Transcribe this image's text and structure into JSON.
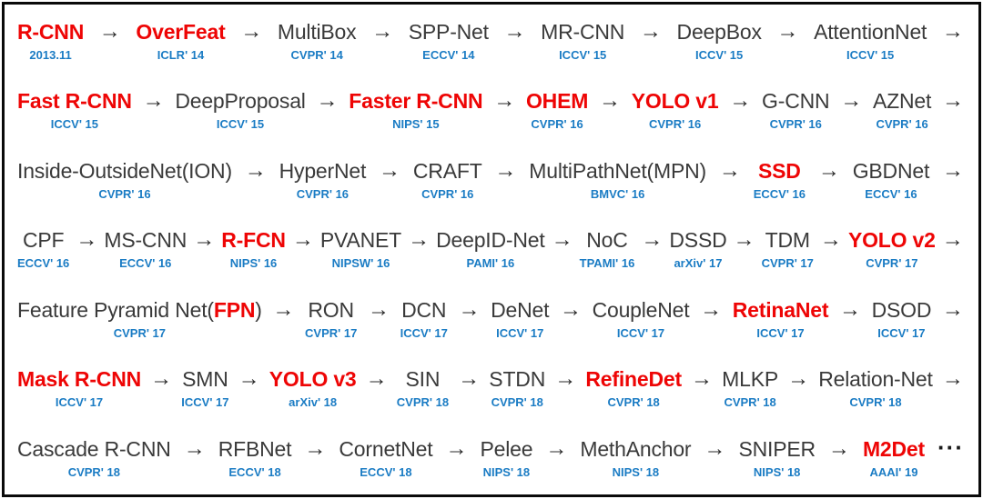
{
  "colors": {
    "red": "#ee0505",
    "blue": "#1b7cc4",
    "black": "#3a3a3a",
    "border": "#0a0a0a"
  },
  "arrow_glyph": "→",
  "ellipsis_glyph": "···",
  "rows": [
    {
      "tail": "arrow",
      "items": [
        {
          "pre": "",
          "em": "R-CNN",
          "post": "",
          "venue": "2013.11"
        },
        {
          "pre": "",
          "em": "OverFeat",
          "post": "",
          "venue": "ICLR' 14"
        },
        {
          "pre": "MultiBox",
          "em": "",
          "post": "",
          "venue": "CVPR' 14"
        },
        {
          "pre": "SPP-Net",
          "em": "",
          "post": "",
          "venue": "ECCV' 14"
        },
        {
          "pre": "MR-CNN",
          "em": "",
          "post": "",
          "venue": "ICCV' 15"
        },
        {
          "pre": "DeepBox",
          "em": "",
          "post": "",
          "venue": "ICCV' 15"
        },
        {
          "pre": "AttentionNet",
          "em": "",
          "post": "",
          "venue": "ICCV' 15"
        }
      ]
    },
    {
      "tail": "arrow",
      "items": [
        {
          "pre": "",
          "em": "Fast R-CNN",
          "post": "",
          "venue": "ICCV' 15"
        },
        {
          "pre": "DeepProposal",
          "em": "",
          "post": "",
          "venue": "ICCV' 15"
        },
        {
          "pre": "",
          "em": "Faster R-CNN",
          "post": "",
          "venue": "NIPS' 15"
        },
        {
          "pre": "",
          "em": "OHEM",
          "post": "",
          "venue": "CVPR' 16"
        },
        {
          "pre": "",
          "em": "YOLO v1",
          "post": "",
          "venue": "CVPR' 16"
        },
        {
          "pre": "G-CNN",
          "em": "",
          "post": "",
          "venue": "CVPR' 16"
        },
        {
          "pre": "AZNet",
          "em": "",
          "post": "",
          "venue": "CVPR' 16"
        }
      ]
    },
    {
      "tail": "arrow",
      "items": [
        {
          "pre": "Inside-OutsideNet(ION)",
          "em": "",
          "post": "",
          "venue": "CVPR' 16"
        },
        {
          "pre": "HyperNet",
          "em": "",
          "post": "",
          "venue": "CVPR' 16"
        },
        {
          "pre": "CRAFT",
          "em": "",
          "post": "",
          "venue": "CVPR' 16"
        },
        {
          "pre": "MultiPathNet(MPN)",
          "em": "",
          "post": "",
          "venue": "BMVC' 16"
        },
        {
          "pre": "",
          "em": "SSD",
          "post": "",
          "venue": "ECCV' 16"
        },
        {
          "pre": "GBDNet",
          "em": "",
          "post": "",
          "venue": "ECCV' 16"
        }
      ]
    },
    {
      "tail": "arrow",
      "items": [
        {
          "pre": "CPF",
          "em": "",
          "post": "",
          "venue": "ECCV' 16"
        },
        {
          "pre": "MS-CNN",
          "em": "",
          "post": "",
          "venue": "ECCV' 16"
        },
        {
          "pre": "",
          "em": "R-FCN",
          "post": "",
          "venue": "NIPS' 16"
        },
        {
          "pre": "PVANET",
          "em": "",
          "post": "",
          "venue": "NIPSW' 16"
        },
        {
          "pre": "DeepID-Net",
          "em": "",
          "post": "",
          "venue": "PAMI' 16"
        },
        {
          "pre": "NoC",
          "em": "",
          "post": "",
          "venue": "TPAMI' 16"
        },
        {
          "pre": "DSSD",
          "em": "",
          "post": "",
          "venue": "arXiv' 17"
        },
        {
          "pre": "TDM",
          "em": "",
          "post": "",
          "venue": "CVPR' 17"
        },
        {
          "pre": "",
          "em": "YOLO v2",
          "post": "",
          "venue": "CVPR' 17"
        }
      ]
    },
    {
      "tail": "arrow",
      "items": [
        {
          "pre": "Feature Pyramid Net(",
          "em": "FPN",
          "post": ")",
          "venue": "CVPR' 17"
        },
        {
          "pre": "RON",
          "em": "",
          "post": "",
          "venue": "CVPR' 17"
        },
        {
          "pre": "DCN",
          "em": "",
          "post": "",
          "venue": "ICCV' 17"
        },
        {
          "pre": "DeNet",
          "em": "",
          "post": "",
          "venue": "ICCV' 17"
        },
        {
          "pre": "CoupleNet",
          "em": "",
          "post": "",
          "venue": "ICCV' 17"
        },
        {
          "pre": "",
          "em": "RetinaNet",
          "post": "",
          "venue": "ICCV' 17"
        },
        {
          "pre": "DSOD",
          "em": "",
          "post": "",
          "venue": "ICCV' 17"
        }
      ]
    },
    {
      "tail": "arrow",
      "items": [
        {
          "pre": "",
          "em": "Mask R-CNN",
          "post": "",
          "venue": "ICCV' 17"
        },
        {
          "pre": "SMN",
          "em": "",
          "post": "",
          "venue": "ICCV' 17"
        },
        {
          "pre": "",
          "em": "YOLO v3",
          "post": "",
          "venue": "arXiv' 18"
        },
        {
          "pre": "SIN",
          "em": "",
          "post": "",
          "venue": "CVPR' 18"
        },
        {
          "pre": "STDN",
          "em": "",
          "post": "",
          "venue": "CVPR' 18"
        },
        {
          "pre": "",
          "em": "RefineDet",
          "post": "",
          "venue": "CVPR' 18"
        },
        {
          "pre": "MLKP",
          "em": "",
          "post": "",
          "venue": "CVPR' 18"
        },
        {
          "pre": "Relation-Net",
          "em": "",
          "post": "",
          "venue": "CVPR' 18"
        }
      ]
    },
    {
      "tail": "ellipsis",
      "items": [
        {
          "pre": "Cascade R-CNN",
          "em": "",
          "post": "",
          "venue": "CVPR' 18"
        },
        {
          "pre": "RFBNet",
          "em": "",
          "post": "",
          "venue": "ECCV' 18"
        },
        {
          "pre": "CornetNet",
          "em": "",
          "post": "",
          "venue": "ECCV' 18"
        },
        {
          "pre": "Pelee",
          "em": "",
          "post": "",
          "venue": "NIPS' 18"
        },
        {
          "pre": "MethAnchor",
          "em": "",
          "post": "",
          "venue": "NIPS' 18"
        },
        {
          "pre": "SNIPER",
          "em": "",
          "post": "",
          "venue": "NIPS' 18"
        },
        {
          "pre": "",
          "em": "M2Det",
          "post": "",
          "venue": "AAAI' 19"
        }
      ]
    }
  ]
}
